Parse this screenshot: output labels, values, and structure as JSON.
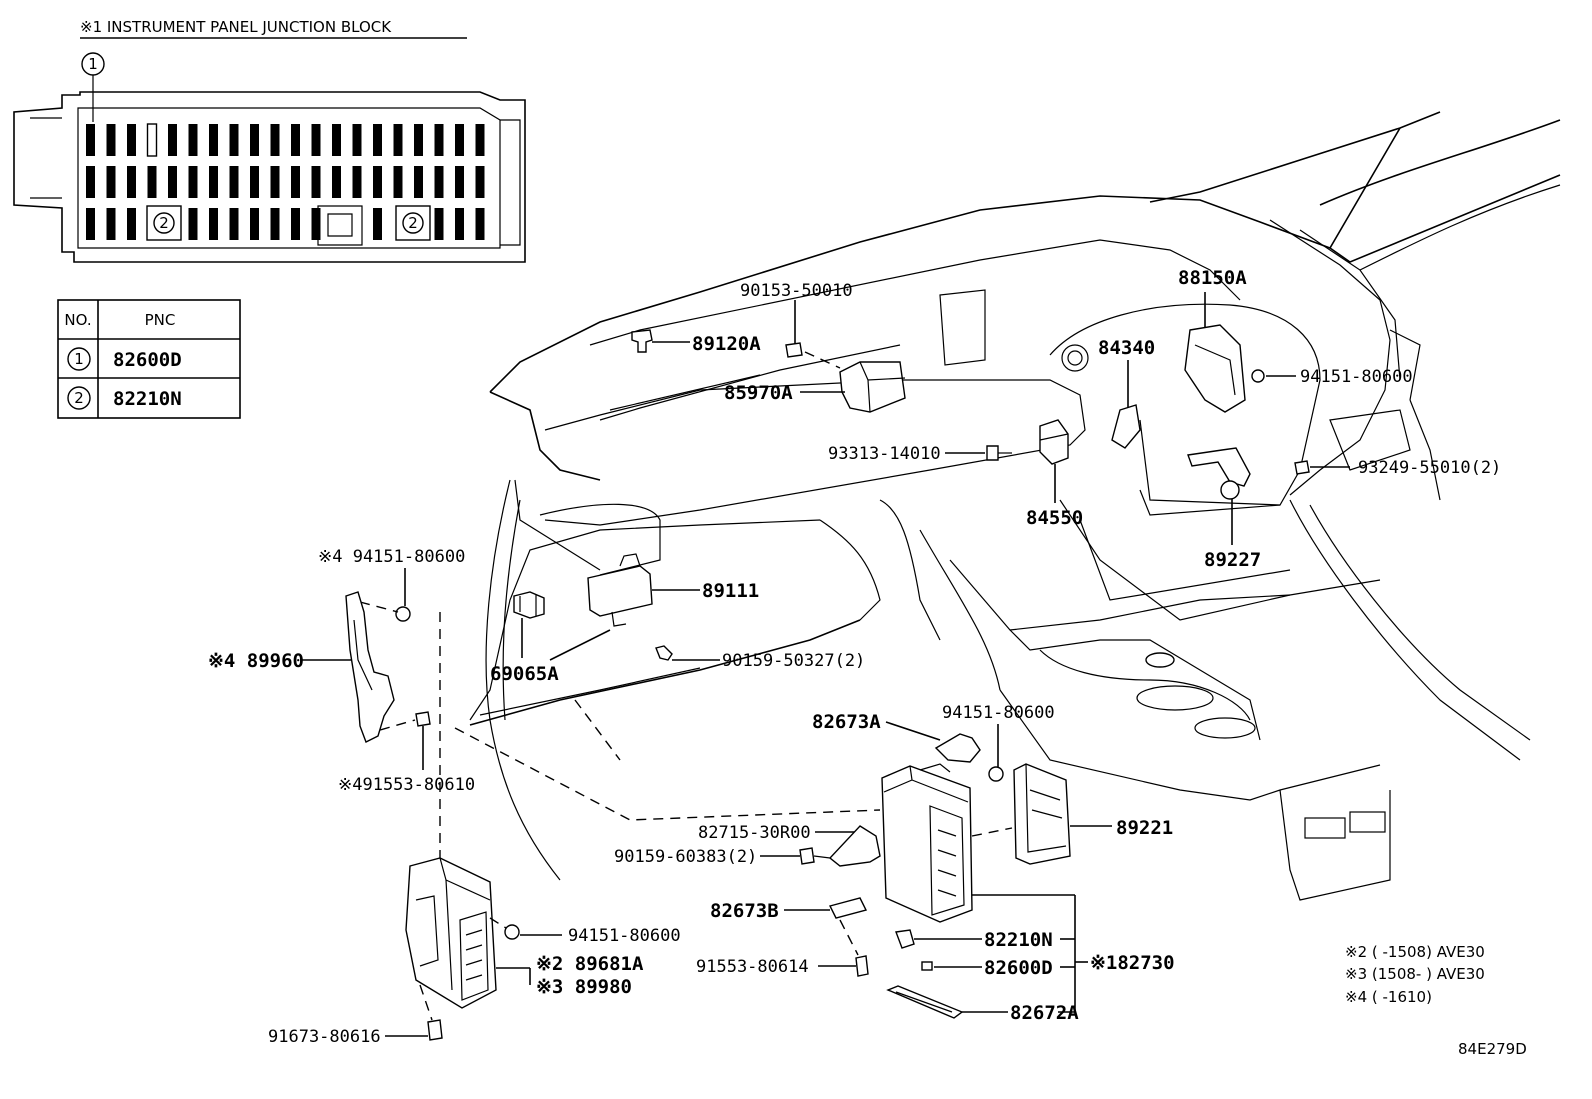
{
  "junction_block": {
    "title": "※1 INSTRUMENT PANEL JUNCTION BLOCK",
    "marker_1": "1",
    "marker_2": "2"
  },
  "pnc_table": {
    "header_no": "NO.",
    "header_pnc": "PNC",
    "rows": [
      {
        "no": "1",
        "pnc": "82600D"
      },
      {
        "no": "2",
        "pnc": "82210N"
      }
    ]
  },
  "callouts": {
    "p90153": "90153-50010",
    "p89120A": "89120A",
    "p85970A": "85970A",
    "p88150A": "88150A",
    "p84340": "84340",
    "p94151_top": "94151-80600",
    "p93313": "93313-14010",
    "p93249": "93249-55010(2)",
    "p84550": "84550",
    "p89227": "89227",
    "p94151_left": "※4 94151-80600",
    "p89960": "※4 89960",
    "p89111": "89111",
    "p69065A": "69065A",
    "p90159_50327": "90159-50327(2)",
    "p91553_80610": "※491553-80610",
    "p82673A": "82673A",
    "p94151_mid": "94151-80600",
    "p89221": "89221",
    "p82715": "82715-30R00",
    "p90159_60383": "90159-60383(2)",
    "p82673B": "82673B",
    "p94151_low": "94151-80600",
    "p89681A": "※2 89681A",
    "p89980": "※3 89980",
    "p91553_80614": "91553-80614",
    "p82210N": "82210N",
    "p82730": "※182730",
    "p82600D": "82600D",
    "p82672A": "82672A",
    "p91673": "91673-80616"
  },
  "notes": [
    "※2 (      -1508) AVE30",
    "※3 (1508-      ) AVE30",
    "※4 (      -1610)"
  ],
  "diagram_id": "84E279D"
}
